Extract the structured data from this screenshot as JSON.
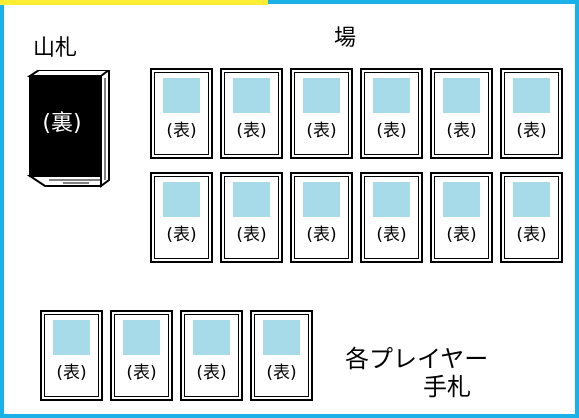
{
  "header": {
    "accent": "#ffee33",
    "frame_color": "#1ab0e8"
  },
  "deck": {
    "label": "山札",
    "card_text": "(裏)"
  },
  "field": {
    "label": "場",
    "rows": [
      [
        "(表)",
        "(表)",
        "(表)",
        "(表)",
        "(表)",
        "(表)"
      ],
      [
        "(表)",
        "(表)",
        "(表)",
        "(表)",
        "(表)",
        "(表)"
      ]
    ]
  },
  "hand": {
    "label_line1": "各プレイヤー",
    "label_line2": "手札",
    "cards": [
      "(表)",
      "(表)",
      "(表)",
      "(表)"
    ]
  }
}
